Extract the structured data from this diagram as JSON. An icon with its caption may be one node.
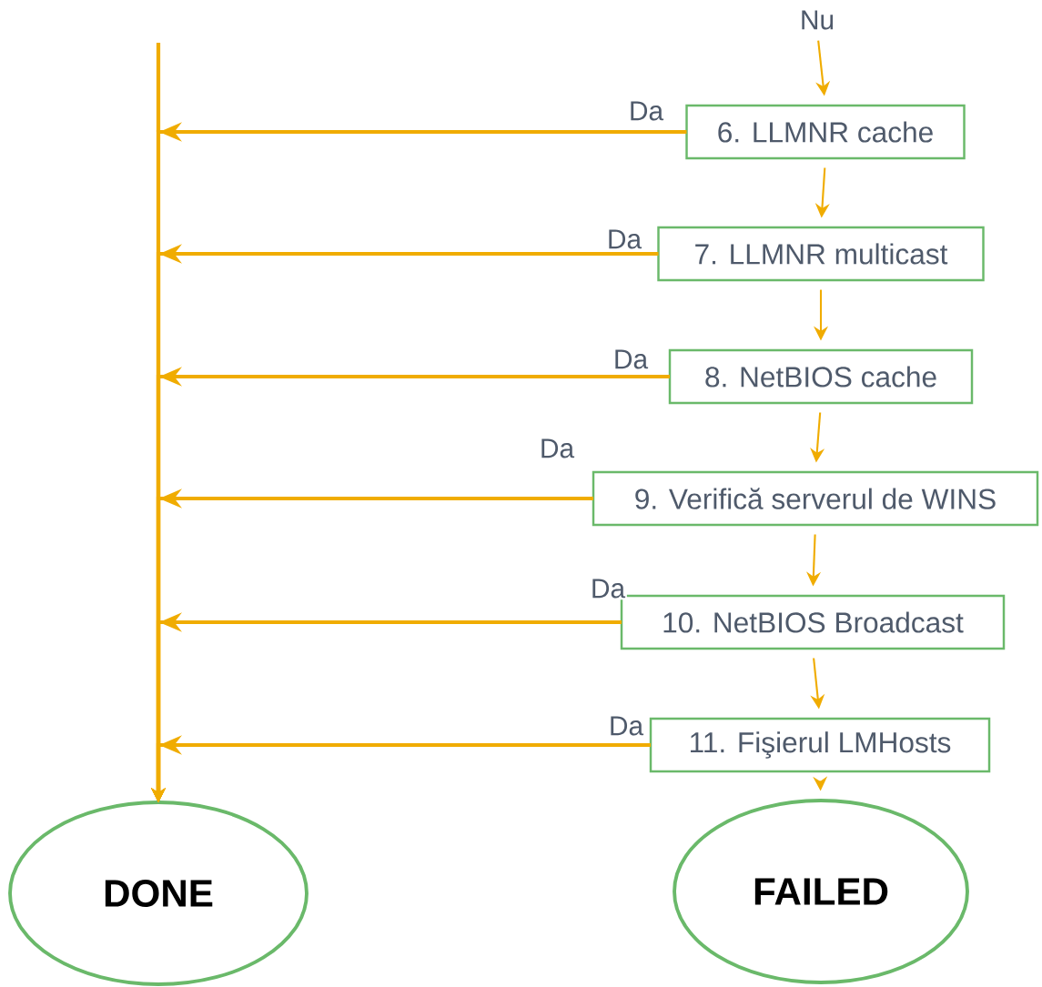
{
  "diagram": {
    "nodes": [
      {
        "text": [
          "Nu"
        ]
      },
      {
        "text": [
          "6. LLMNR cache"
        ]
      },
      {
        "text": [
          "7. LLMNR multicast"
        ]
      },
      {
        "text": [
          "8. NetBIOS cache"
        ]
      },
      {
        "text": [
          "9. Verifică serverul de WINS"
        ]
      },
      {
        "text": [
          "10. NetBIOS Broadcast"
        ]
      },
      {
        "text": [
          "11. Fişierul LMHosts"
        ]
      },
      {
        "text": [
          "DONE"
        ]
      },
      {
        "text": [
          "FAILED"
        ]
      }
    ],
    "edges": [
      {
        "from": 0,
        "to": 1,
        "arrow": "to"
      },
      {
        "from": 1,
        "to": 2,
        "arrow": "to"
      },
      {
        "from": 2,
        "to": 3,
        "arrow": "to"
      },
      {
        "from": 3,
        "to": 4,
        "arrow": "to"
      },
      {
        "from": 4,
        "to": 5,
        "arrow": "to"
      },
      {
        "from": 5,
        "to": 6,
        "arrow": "to"
      },
      {
        "from": 6,
        "to": 8,
        "arrow": "to"
      },
      {
        "from": 1,
        "to": 7,
        "arrow": "to",
        "label": "Da",
        "style": "thick"
      },
      {
        "from": 2,
        "to": 7,
        "arrow": "to",
        "label": "Da",
        "style": "thick"
      },
      {
        "from": 3,
        "to": 7,
        "arrow": "to",
        "label": "Da",
        "style": "thick"
      },
      {
        "from": 4,
        "to": 7,
        "arrow": "to",
        "label": "Da",
        "style": "thick"
      },
      {
        "from": 5,
        "to": 7,
        "arrow": "to",
        "label": "Da",
        "style": "thick"
      },
      {
        "from": 6,
        "to": 7,
        "arrow": "to",
        "label": "Da",
        "style": "thick"
      }
    ]
  }
}
